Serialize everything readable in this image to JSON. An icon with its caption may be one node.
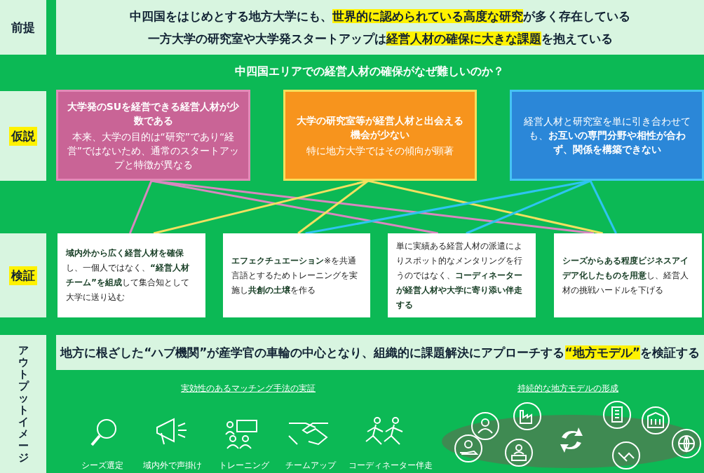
{
  "diagram": {
    "nodes": [
      {
        "text": [
          "前提"
        ]
      },
      {
        "text": [
          "中四国をはじめとする地方大学にも、**世界的に認められている高度な研究**が多く存在している",
          "一方大学の研究室や大学発スタートアップは**経営人材の確保に大きな課題**を抱えている"
        ]
      },
      {
        "text": [
          "仮説"
        ]
      },
      {
        "text": [
          "大学発のSUを経営できる経営人材が少数である",
          "本来、大学の目的は“研究”であり“経営”ではないため、通常のスタートアップと特徴が異なる"
        ]
      },
      {
        "text": [
          "大学の研究室等が経営人材と出会える機会が少ない",
          "特に地方大学ではその傾向が顕著"
        ]
      },
      {
        "text": [
          "経営人材と研究室を単に引き合わせても、**お互いの専門分野や相性が合わず、関係を構築できない**"
        ]
      },
      {
        "text": [
          "検証"
        ]
      },
      {
        "text": [
          "**域内外から広く経営人材を確保**し、一個人ではなく、**“経営人材チーム”を組成**して集合知として大学に送り込む"
        ]
      },
      {
        "text": [
          "**エフェクチュエーション**※を共通言語とするためトレーニングを実施し**共創の土壌**を作る"
        ]
      },
      {
        "text": [
          "単に実績ある経営人材の派遣によりスポット的なメンタリングを行うのではなく、**コーディネーターが経営人材や大学に寄り添い伴走する**"
        ]
      },
      {
        "text": [
          "**シーズからある程度ビジネスアイデア化したものを用意**し、経営人材の挑戦ハードルを下げる"
        ]
      },
      {
        "text": [
          "アウトプットイメージ"
        ]
      },
      {
        "text": [
          "地方に根ざした“ハブ機関”が産学官の車輪の中心となり、組織的に課題解決にアプローチする**“地方モデル”**を検証する"
        ]
      }
    ],
    "edges": [
      {
        "from": 3,
        "to": 7,
        "arrow": "none",
        "color": "#d987c0"
      },
      {
        "from": 3,
        "to": 9,
        "arrow": "none",
        "color": "#d987c0"
      },
      {
        "from": 3,
        "to": 10,
        "arrow": "none",
        "color": "#d987c0"
      },
      {
        "from": 4,
        "to": 7,
        "arrow": "none",
        "color": "#f3e060"
      },
      {
        "from": 4,
        "to": 8,
        "arrow": "none",
        "color": "#f3e060"
      },
      {
        "from": 4,
        "to": 10,
        "arrow": "none",
        "color": "#f3e060"
      },
      {
        "from": 5,
        "to": 8,
        "arrow": "none",
        "color": "#2ec4f0"
      },
      {
        "from": 5,
        "to": 9,
        "arrow": "none",
        "color": "#2ec4f0"
      },
      {
        "from": 5,
        "to": 10,
        "arrow": "none",
        "color": "#2ec4f0"
      }
    ],
    "labels": [
      "中四国エリアでの経営人材の確保がなぜ難しいのか？",
      "実効性のあるマッチング手法の実証",
      "シーズ選定",
      "域内外で声掛け",
      "トレーニング",
      "チームアップ",
      "コーディネーター伴走",
      "持続的な地方モデルの形成"
    ]
  }
}
